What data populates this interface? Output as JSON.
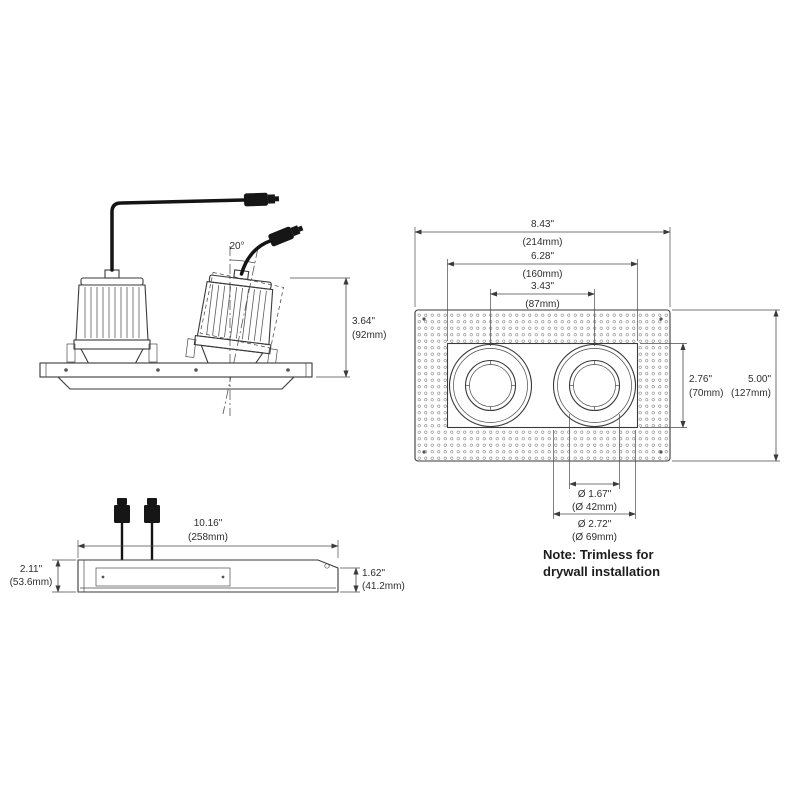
{
  "side_view": {
    "tilt_angle": "20°",
    "height_in": "3.64\"",
    "height_mm": "(92mm)"
  },
  "bottom_view": {
    "width_in": "10.16\"",
    "width_mm": "(258mm)",
    "height_in": "2.11\"",
    "height_mm": "(53.6mm)",
    "depth_in": "1.62\"",
    "depth_mm": "(41.2mm)"
  },
  "front_view": {
    "overall_width_in": "8.43\"",
    "overall_width_mm": "(214mm)",
    "cutout_width_in": "6.28\"",
    "cutout_width_mm": "(160mm)",
    "center_spacing_in": "3.43\"",
    "center_spacing_mm": "(87mm)",
    "cutout_height_in": "2.76\"",
    "cutout_height_mm": "(70mm)",
    "overall_height_in": "5.00\"",
    "overall_height_mm": "(127mm)",
    "aperture_dia_in": "Ø 1.67\"",
    "aperture_dia_mm": "(Ø 42mm)",
    "trim_dia_in": "Ø 2.72\"",
    "trim_dia_mm": "(Ø 69mm)",
    "note_line1": "Note: Trimless for",
    "note_line2": "drywall installation"
  }
}
